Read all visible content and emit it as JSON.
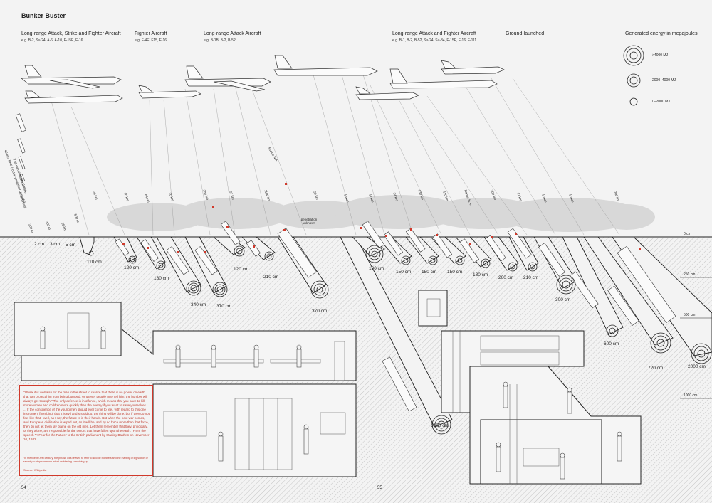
{
  "title": "Bunker Buster",
  "categories": [
    {
      "label": "Long-range Attack, Strike and Fighter Aircraft",
      "eg": "e.g. B-2, Su-24, A-6, A-10, F-15E, F-16"
    },
    {
      "label": "Fighter Aircraft",
      "eg": "e.g. F-4E, F15, F-16"
    },
    {
      "label": "Long-range Attack Aircraft",
      "eg": "e.g. B-1B, B-2, B-52"
    },
    {
      "label": "Long-range Attack and Fighter Aircraft",
      "eg": "e.g. B-1, B-2, B-52, Su-24, Su-34, F-15E, F-16, F-111"
    },
    {
      "label": "Ground-launched",
      "eg": ""
    }
  ],
  "legend": {
    "title": "Generated energy in megajoules:",
    "items": [
      ">4000 MJ",
      "2000–4000 MJ",
      "0–2000 MJ"
    ]
  },
  "depth_scale": [
    "0 cm",
    "250 cm",
    "500 cm",
    "1000 cm"
  ],
  "small_arms": [
    "40 mm RPG (rocket-propelled grenade)",
    "7.62 mm Machine Gun",
    "5.56 mm rifle",
    "9 mm Pistol"
  ],
  "small_arms_range": [
    "200 m",
    "300 m",
    "250 m",
    "500 m"
  ],
  "small_arms_depth": [
    "2 cm",
    "3 cm",
    "5 cm"
  ],
  "ranges": [
    "20 km",
    "10 km",
    "64 km",
    "20 km",
    "280 km",
    "27 km",
    "1100 km",
    "30 km",
    "15 km",
    "17 km",
    "24 km",
    "130 km",
    "110 km",
    "Range N.A.",
    "360 km",
    "17 km",
    "10 km",
    "10 km",
    "700 km"
  ],
  "range_na_air": "Range N.A.",
  "penetration_note": "penetration unknown",
  "penetrations": [
    "110 cm",
    "120 cm",
    "180 cm",
    "340 cm",
    "370 cm",
    "120 cm",
    "210 cm",
    "370 cm",
    "100 cm",
    "150 cm",
    "150 cm",
    "150 cm",
    "180 cm",
    "200 cm",
    "210 cm",
    "300 cm",
    "600 cm",
    "720 cm",
    "2000 cm",
    "6100 cm"
  ],
  "quote": "\"I think it is well also for the man in the street to realize that there is no power on earth that can protect him from being bombed. Whatever people may tell him, the bomber will always get through.\" The only defence is in offence, which means that you have to kill more women and children more quickly than the enemy if you want to save yourselves. ... If the conscience of the young men should ever come to feel, with regard to this one instrument [bombing] that it is evil and should go, the thing will be done; but if they do not feel like that - well, as I say, the future is in their hands. But when the next war comes, and European civilization is wiped out, as it will be, and by no force more than that force, then do not let them lay blame on the old men. Let them remember that they, principally, or they alone, are responsible for the terrors that have fallen upon the earth.\" From the speech \"A Fear for the Future\" to the British parliament by Stanley Baldwin on November 10, 1932",
  "note": "\"In the twenty-first century, the phrase was revised to refer to suicide bombers and the inability of legislation or security to stop someone intent on blowing something up.",
  "source": "Source: Wikipedia",
  "page_left": "54",
  "page_right": "55",
  "colors": {
    "accent": "#d0392b",
    "ink": "#222222",
    "paper": "#f3f3f3"
  }
}
